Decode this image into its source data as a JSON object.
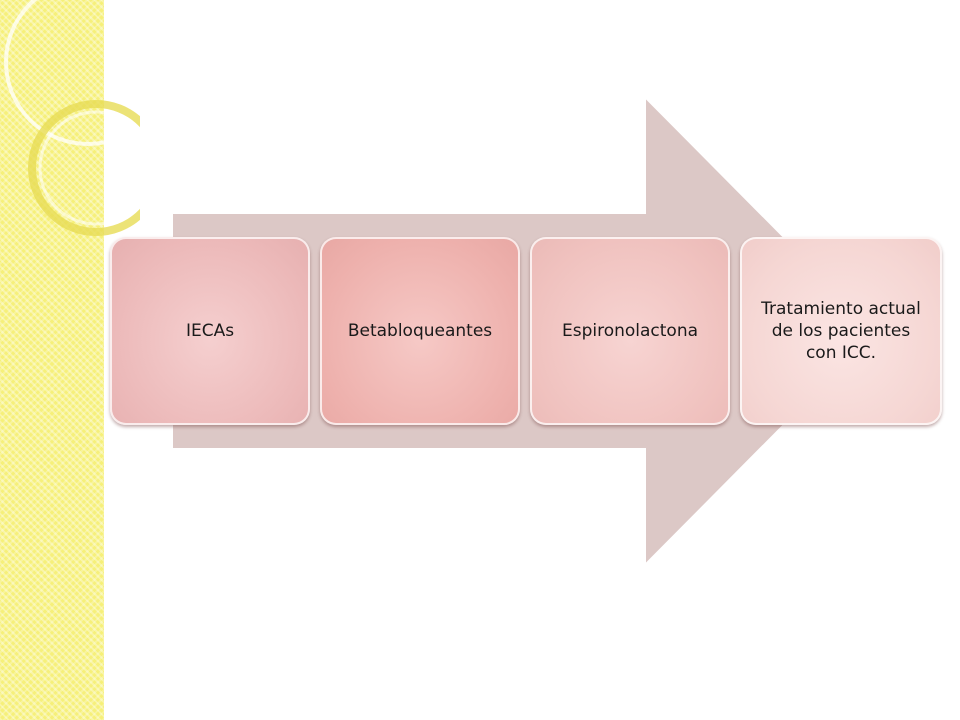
{
  "diagram": {
    "steps": [
      {
        "label": "IECAs"
      },
      {
        "label": "Betabloqueantes"
      },
      {
        "label": "Espironolactona"
      },
      {
        "label": "Tratamiento actual de los pacientes con ICC."
      }
    ]
  },
  "colors": {
    "sidebar": "#f6f07a",
    "arrow": "#dcc8c6",
    "step_1": "#ecb9b9",
    "step_2": "#eeb1ad",
    "step_3": "#f0c2bf",
    "step_4": "#f5d6d3"
  }
}
